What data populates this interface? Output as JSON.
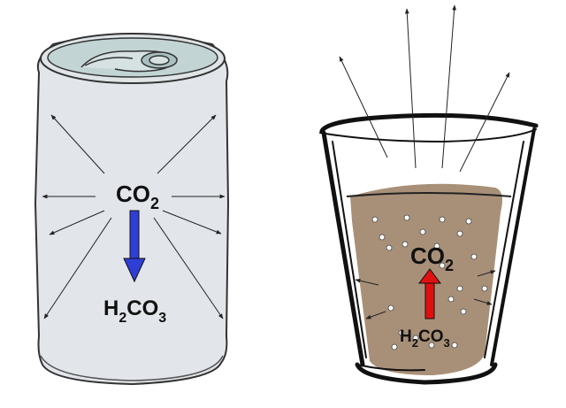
{
  "can": {
    "co2_main": "CO",
    "co2_sub": "2",
    "h2co3_h": "H",
    "h2co3_sub1": "2",
    "h2co3_co": "CO",
    "h2co3_sub2": "3",
    "arrow_color": "#2f3fd6",
    "body_color": "#e2e5e9",
    "lid_color": "#c2d4d4"
  },
  "glass": {
    "co2_main": "CO",
    "co2_sub": "2",
    "h2co3_h": "H",
    "h2co3_sub1": "2",
    "h2co3_co": "CO",
    "h2co3_sub2": "3",
    "arrow_color": "#e01010",
    "liquid_color": "#a89078",
    "bubble_count": 22
  }
}
